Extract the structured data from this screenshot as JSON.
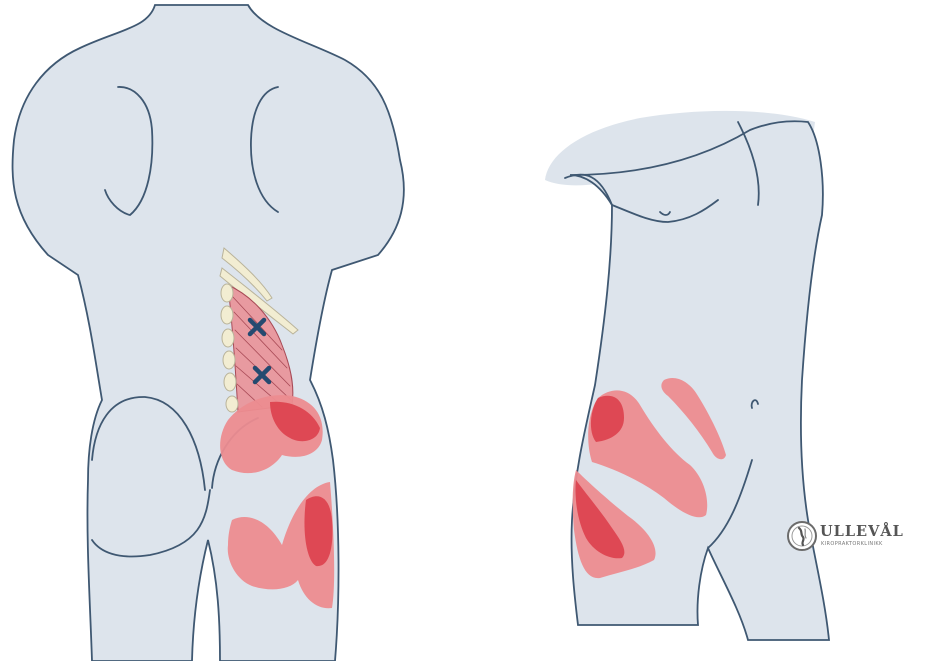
{
  "colors": {
    "skin": "#dde4ec",
    "outline": "#3f5872",
    "pain_light": "#ec8c90",
    "pain_dark": "#dd4550",
    "muscle": "#e89aa0",
    "muscle_fibre": "#a84a56",
    "bone": "#f2edd2",
    "bone_outline": "#b9b39a",
    "trigger_point": "#244a70"
  },
  "figures": [
    {
      "view": "back-view",
      "trigger_point_marks": 2,
      "icon": "cross-icon"
    },
    {
      "view": "side-view"
    }
  ],
  "logo": {
    "title": "ULLEVÅL",
    "subtitle": "KIROPRAKTORKLINIKK",
    "icon": "spine-emblem-icon"
  }
}
